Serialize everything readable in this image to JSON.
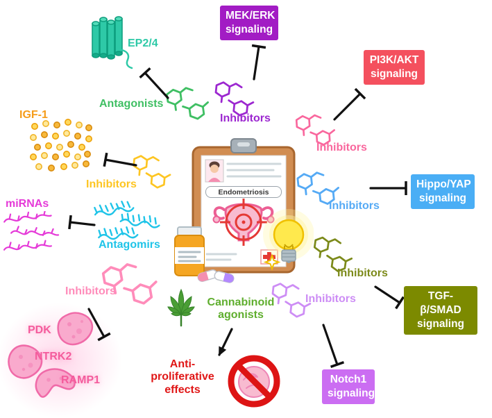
{
  "figure": {
    "center": {
      "document_title": "Endometriosis"
    },
    "branches": {
      "ep24": {
        "agent": "Antagonists",
        "target": "EP2/4"
      },
      "mek": {
        "agent": "Inhibitors",
        "target": "MEK/ERK signaling"
      },
      "pi3k": {
        "agent": "Inhibitors",
        "target": "PI3K/AKT signaling"
      },
      "igf1": {
        "agent": "Inhibitors",
        "target": "IGF-1"
      },
      "hippo": {
        "agent": "Inhibitors",
        "target": "Hippo/YAP signaling"
      },
      "mirna": {
        "agent": "Antagomirs",
        "target": "miRNAs"
      },
      "tgfb": {
        "agent": "Inhibitors",
        "target": "TGF-β/SMAD signaling"
      },
      "receptors": {
        "agent": "Inhibitors",
        "targets": [
          "PDK",
          "NTRK2",
          "RAMP1"
        ]
      },
      "cannabinoid": {
        "agent": "Cannabinoid agonists",
        "effect": "Anti-proliferative effects"
      },
      "notch": {
        "agent": "Inhibitors",
        "target": "Notch1 signaling"
      }
    },
    "colors": {
      "mek_box": "#a21cc4",
      "pi3k_box": "#f4505e",
      "hippo_box": "#4aaef5",
      "tgfb_box": "#7c8a00",
      "notch_box": "#cb6df2",
      "ep24_text": "#2ec9a7",
      "antagonists_text": "#3fbf63",
      "mek_inhibitors_text": "#9c27d0",
      "pi3k_inhibitors_text": "#f9679d",
      "igf1_text": "#f59c1a",
      "igf1_inhibitors_text": "#fdc522",
      "hippo_inhibitors_text": "#55aaf5",
      "mirnas_text": "#e53ad8",
      "antagomirs_text": "#1fc4e8",
      "tgfb_inhibitors_text": "#7c8a1a",
      "receptor_inhibitors_text": "#ff8cba",
      "receptor_text": "#f45c9c",
      "cannabinoid_text": "#5fae2e",
      "antiproliferative_text": "#e01616",
      "arrow": "#111111"
    }
  }
}
